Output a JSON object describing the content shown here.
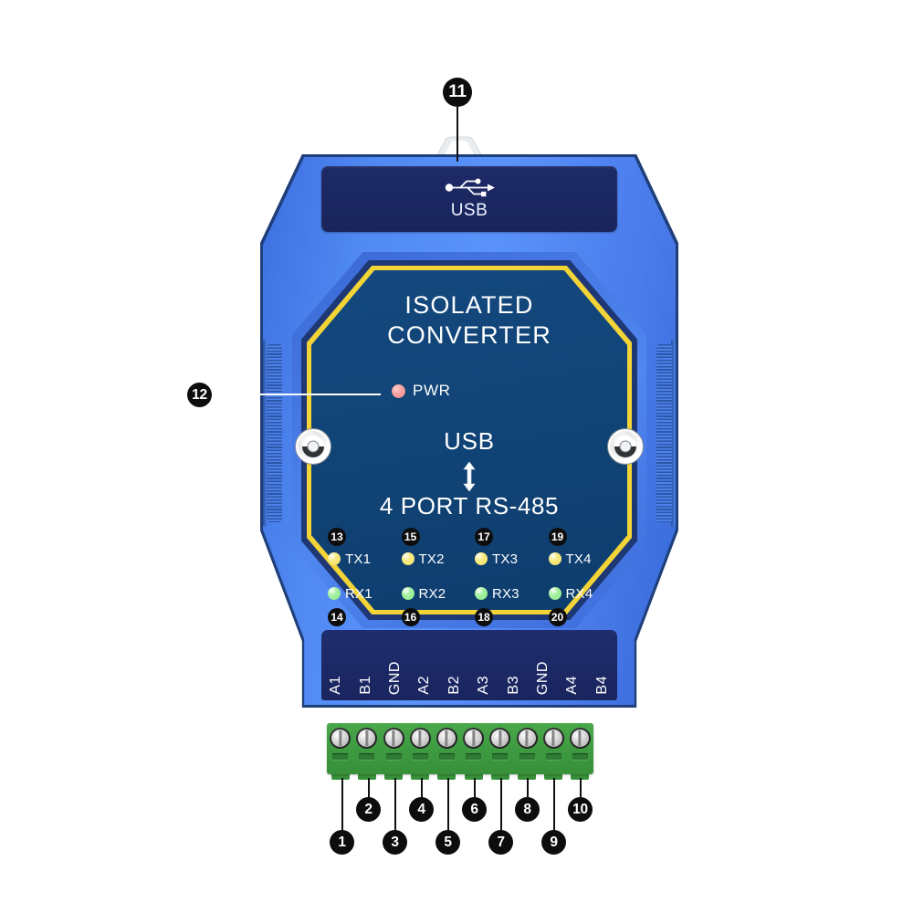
{
  "device": {
    "product_name": "ISOLATED CONVERTER",
    "title_line1": "ISOLATED",
    "title_line2": "CONVERTER",
    "top_port_label": "USB",
    "top_port_icon": "usb-icon",
    "conversion_from": "USB",
    "conversion_arrow": "bidirectional-arrow-icon",
    "conversion_to": "4 PORT RS-485",
    "power_led": {
      "label": "PWR",
      "color": "#ef8e92",
      "icon": "power-led-icon"
    },
    "colors": {
      "body_blue": "#5089f2",
      "body_outline": "#1f3f7a",
      "panel_navy": "#12477f",
      "panel_border_yellow": "#f2d437",
      "plate_navy": "#1d2a66",
      "terminal_green": "#3f9c42",
      "callout_black": "#0d0d0d",
      "tx_led_yellow": "#f2e06a",
      "rx_led_green": "#8ee98b",
      "pwr_led_pink": "#ef8e92"
    }
  },
  "leds": {
    "tx_row": [
      {
        "name": "TX1",
        "callout": "13",
        "color": "#f2e06a"
      },
      {
        "name": "TX2",
        "callout": "15",
        "color": "#f2e06a"
      },
      {
        "name": "TX3",
        "callout": "17",
        "color": "#f2e06a"
      },
      {
        "name": "TX4",
        "callout": "19",
        "color": "#f2e06a"
      }
    ],
    "rx_row": [
      {
        "name": "RX1",
        "callout": "14",
        "color": "#8ee98b"
      },
      {
        "name": "RX2",
        "callout": "16",
        "color": "#8ee98b"
      },
      {
        "name": "RX3",
        "callout": "18",
        "color": "#8ee98b"
      },
      {
        "name": "RX4",
        "callout": "20",
        "color": "#8ee98b"
      }
    ]
  },
  "terminals": [
    {
      "label": "A1",
      "callout": "1",
      "row": "lower"
    },
    {
      "label": "B1",
      "callout": "2",
      "row": "upper"
    },
    {
      "label": "GND",
      "callout": "3",
      "row": "lower"
    },
    {
      "label": "A2",
      "callout": "4",
      "row": "upper"
    },
    {
      "label": "B2",
      "callout": "5",
      "row": "lower"
    },
    {
      "label": "A3",
      "callout": "6",
      "row": "upper"
    },
    {
      "label": "B3",
      "callout": "7",
      "row": "lower"
    },
    {
      "label": "GND",
      "callout": "8",
      "row": "upper"
    },
    {
      "label": "A4",
      "callout": "9",
      "row": "lower"
    },
    {
      "label": "B4",
      "callout": "10",
      "row": "upper"
    }
  ],
  "callouts": {
    "usb_port": "11",
    "power_led": "12"
  }
}
